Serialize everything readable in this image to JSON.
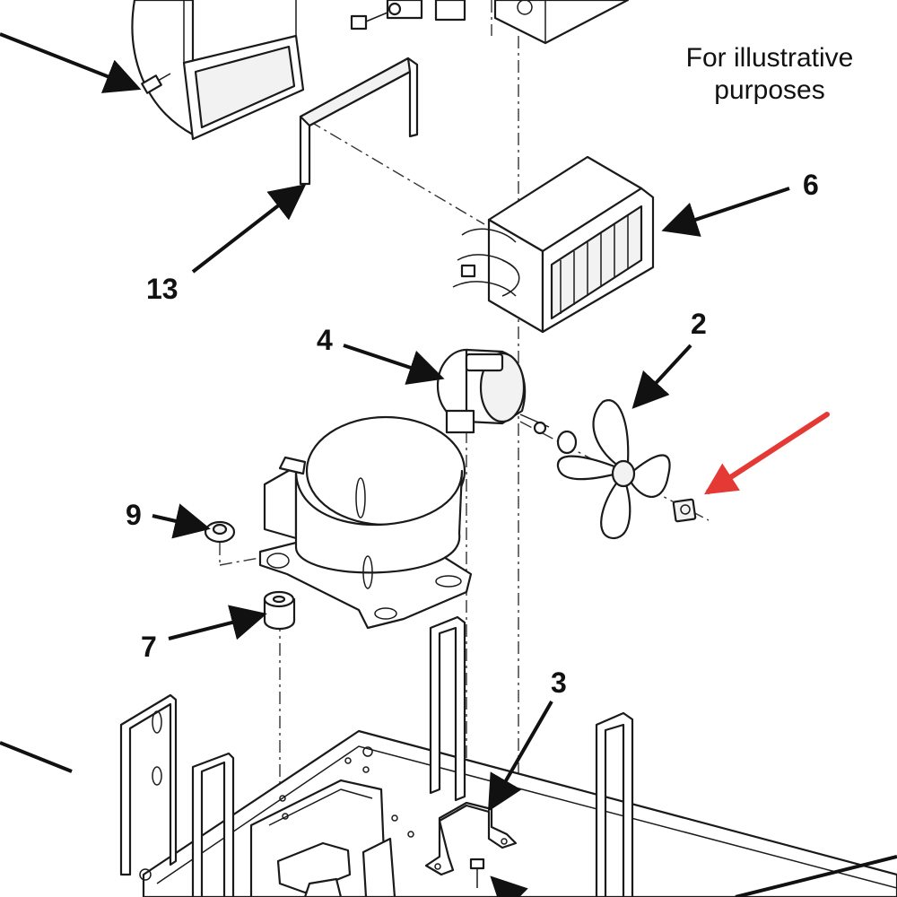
{
  "diagram": {
    "note_lines": [
      "For illustrative",
      "purposes"
    ],
    "callouts": {
      "c13": "13",
      "c6": "6",
      "c4": "4",
      "c2": "2",
      "c9": "9",
      "c7": "7",
      "c3": "3"
    },
    "highlight_color": "#e53935"
  }
}
